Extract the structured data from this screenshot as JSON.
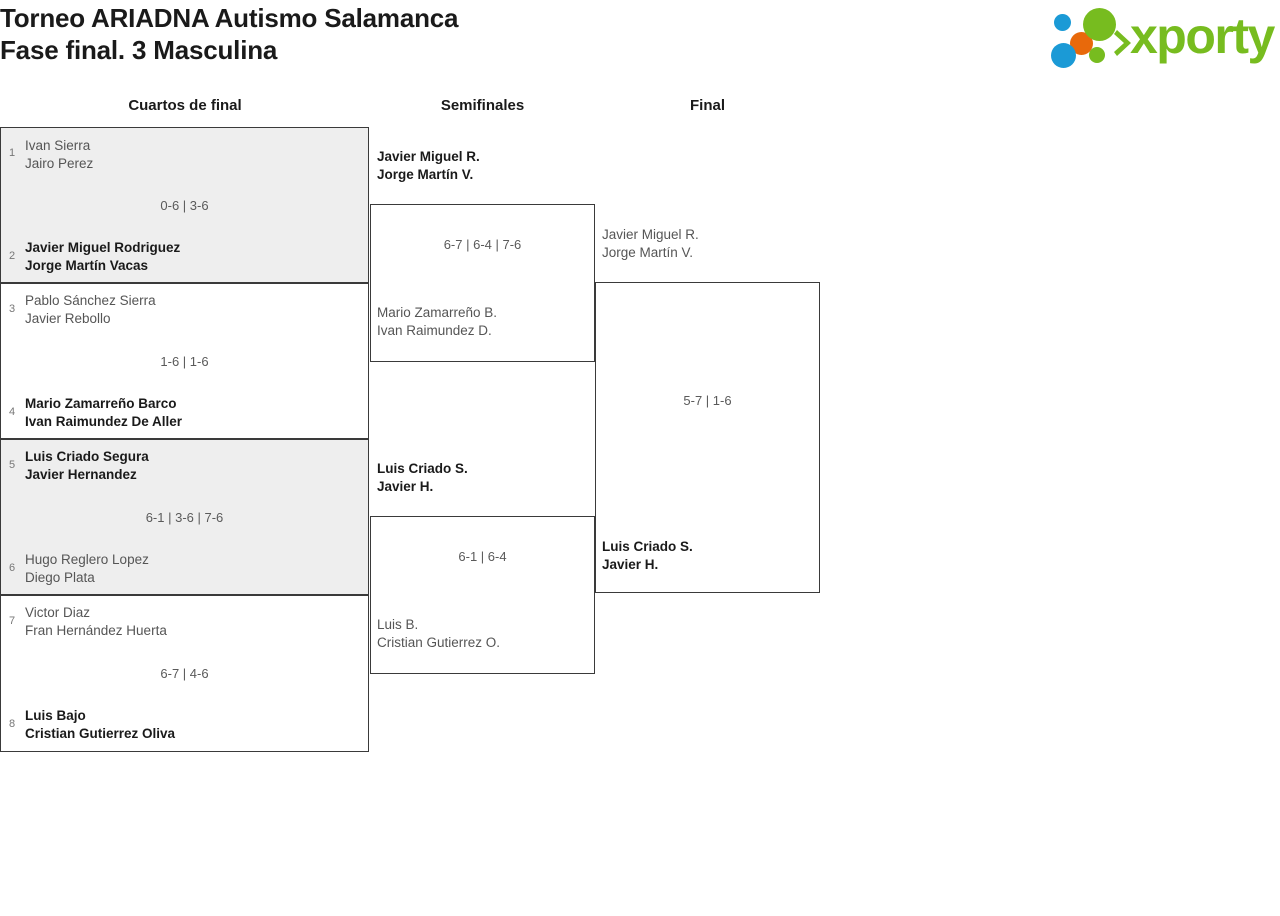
{
  "header": {
    "title_line1": "Torneo ARIADNA Autismo Salamanca",
    "title_line2": "Fase final. 3 Masculina",
    "logo_text": "xporty",
    "logo_colors": {
      "green": "#77bc1f",
      "blue": "#1b9ad6",
      "orange": "#e8690b"
    }
  },
  "bracket": {
    "rounds": [
      {
        "label": "Cuartos de final"
      },
      {
        "label": "Semifinales"
      },
      {
        "label": "Final"
      }
    ],
    "quarterfinals": [
      {
        "seed_top": "1",
        "top_line1": "Ivan Sierra",
        "top_line2": "Jairo Perez",
        "score": "0-6 | 3-6",
        "seed_bottom": "2",
        "bottom_line1": "Javier Miguel Rodriguez",
        "bottom_line2": "Jorge Martín Vacas",
        "winner": "bottom"
      },
      {
        "seed_top": "3",
        "top_line1": "Pablo Sánchez Sierra",
        "top_line2": "Javier Rebollo",
        "score": "1-6 | 1-6",
        "seed_bottom": "4",
        "bottom_line1": "Mario Zamarreño Barco",
        "bottom_line2": "Ivan Raimundez De Aller",
        "winner": "bottom"
      },
      {
        "seed_top": "5",
        "top_line1": "Luis Criado Segura",
        "top_line2": "Javier Hernandez",
        "score": "6-1 | 3-6 | 7-6",
        "seed_bottom": "6",
        "bottom_line1": "Hugo Reglero Lopez",
        "bottom_line2": "Diego Plata",
        "winner": "top"
      },
      {
        "seed_top": "7",
        "top_line1": "Victor Diaz",
        "top_line2": "Fran Hernández Huerta",
        "score": "6-7 | 4-6",
        "seed_bottom": "8",
        "bottom_line1": "Luis Bajo",
        "bottom_line2": "Cristian Gutierrez Oliva",
        "winner": "bottom"
      }
    ],
    "semifinals": [
      {
        "top_line1": "Javier Miguel R.",
        "top_line2": "Jorge Martín V.",
        "score": "6-7 | 6-4 | 7-6",
        "bottom_line1": "Mario Zamarreño B.",
        "bottom_line2": "Ivan Raimundez D.",
        "winner": "top"
      },
      {
        "top_line1": "Luis Criado S.",
        "top_line2": "Javier H.",
        "score": "6-1 | 6-4",
        "bottom_line1": "Luis B.",
        "bottom_line2": "Cristian Gutierrez O.",
        "winner": "top"
      }
    ],
    "final": {
      "top_line1": "Javier Miguel R.",
      "top_line2": "Jorge Martín V.",
      "score": "5-7 | 1-6",
      "bottom_line1": "Luis Criado S.",
      "bottom_line2": "Javier H.",
      "winner": "bottom"
    }
  }
}
